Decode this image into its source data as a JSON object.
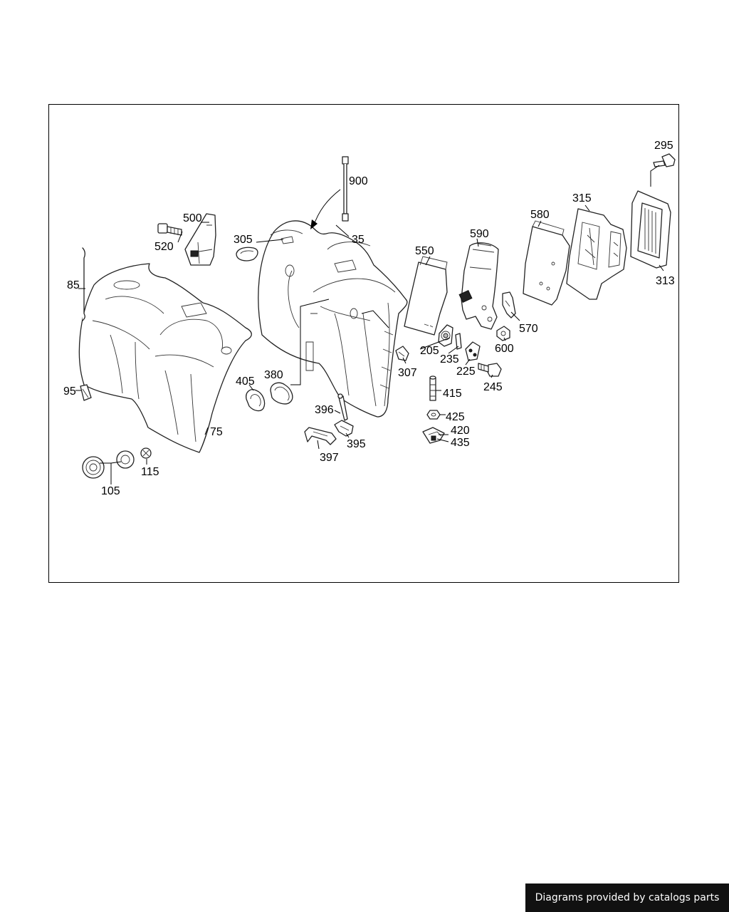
{
  "diagram": {
    "callouts": [
      "295",
      "900",
      "500",
      "305",
      "35",
      "315",
      "580",
      "590",
      "550",
      "520",
      "85",
      "313",
      "570",
      "600",
      "205",
      "235",
      "225",
      "307",
      "245",
      "405",
      "380",
      "415",
      "95",
      "396",
      "425",
      "420",
      "435",
      "75",
      "395",
      "397",
      "115",
      "105"
    ]
  },
  "footer": {
    "credit": "Diagrams provided by catalogs parts"
  }
}
